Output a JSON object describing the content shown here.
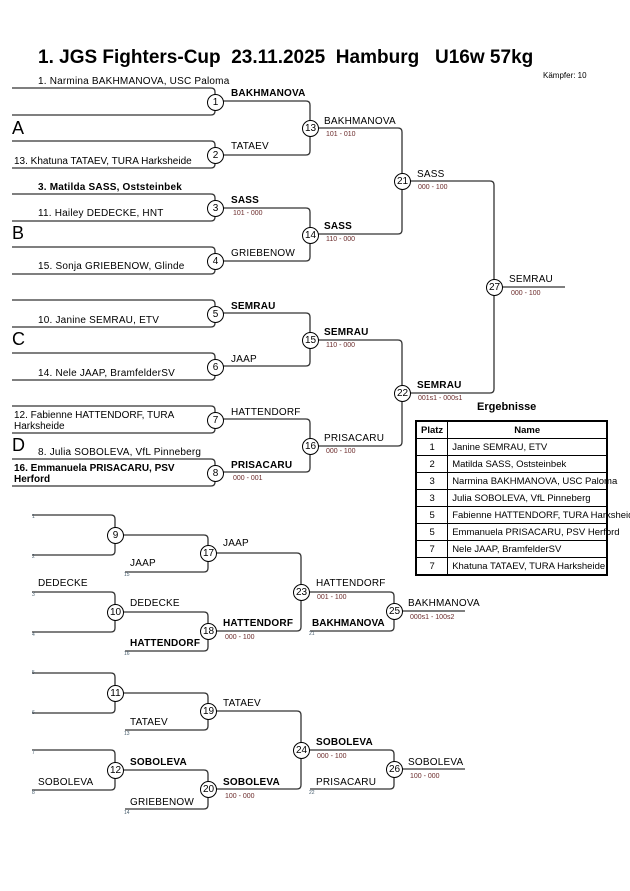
{
  "header": {
    "title": "1. JGS Fighters-Cup  23.11.2025  Hamburg   U16w 57kg",
    "fighters_count": "Kämpfer: 10"
  },
  "pools": [
    "A",
    "B",
    "C",
    "D"
  ],
  "entrants": [
    "1. Narmina BAKHMANOVA, USC Paloma",
    "13. Khatuna TATAEV, TURA Harksheide",
    "3. Matilda SASS, Oststeinbek",
    "11. Hailey DEDECKE, HNT",
    "15. Sonja GRIEBENOW, Glinde",
    "10. Janine SEMRAU, ETV",
    "14. Nele JAAP, BramfelderSV",
    "12. Fabienne HATTENDORF, TURA Harksheide",
    "8. Julia SOBOLEVA, VfL Pinneberg",
    "16. Emmanuela PRISACARU, PSV Herford"
  ],
  "main": {
    "m1": {
      "no": "1",
      "winner": "BAKHMANOVA"
    },
    "m2": {
      "no": "2",
      "winner": "TATAEV"
    },
    "m3": {
      "no": "3",
      "winner": "SASS",
      "score": "101 - 000"
    },
    "m4": {
      "no": "4",
      "winner": "GRIEBENOW"
    },
    "m5": {
      "no": "5",
      "winner": "SEMRAU"
    },
    "m6": {
      "no": "6",
      "winner": "JAAP"
    },
    "m7": {
      "no": "7",
      "winner": "HATTENDORF"
    },
    "m8": {
      "no": "8",
      "winner": "PRISACARU",
      "score": "000 - 001"
    },
    "m13": {
      "no": "13",
      "winner": "BAKHMANOVA",
      "score": "101 - 010"
    },
    "m14": {
      "no": "14",
      "winner": "SASS",
      "score": "110 - 000"
    },
    "m15": {
      "no": "15",
      "winner": "SEMRAU",
      "score": "110 - 000"
    },
    "m16": {
      "no": "16",
      "winner": "PRISACARU",
      "score": "000 - 100"
    },
    "m21": {
      "no": "21",
      "winner": "SASS",
      "score": "000 - 100"
    },
    "m22": {
      "no": "22",
      "winner": "SEMRAU",
      "score": "001s1 - 000s1"
    },
    "m27": {
      "no": "27",
      "winner": "SEMRAU",
      "score": "000 - 100"
    }
  },
  "repechage": {
    "seeds": [
      "1",
      "2",
      "3",
      "4",
      "5",
      "6",
      "7",
      "8",
      "15",
      "16",
      "21",
      "13",
      "14",
      "22"
    ],
    "m9": {
      "no": "9"
    },
    "m10": {
      "no": "10",
      "entry": "DEDECKE",
      "winner": "DEDECKE"
    },
    "m17": {
      "no": "17",
      "entry": "JAAP",
      "winner": "JAAP"
    },
    "m18": {
      "no": "18",
      "entry": "HATTENDORF",
      "winner": "HATTENDORF",
      "score": "000 - 100"
    },
    "m23": {
      "no": "23",
      "winner": "HATTENDORF",
      "score": "001 - 100"
    },
    "m25": {
      "no": "25",
      "entry": "BAKHMANOVA",
      "winner": "BAKHMANOVA",
      "score": "000s1 - 100s2"
    },
    "m11": {
      "no": "11"
    },
    "m12": {
      "no": "12",
      "entry": "SOBOLEVA",
      "winner": "SOBOLEVA"
    },
    "m19": {
      "no": "19",
      "entry": "TATAEV",
      "winner": "TATAEV"
    },
    "m20": {
      "no": "20",
      "entry": "GRIEBENOW",
      "winner": "SOBOLEVA",
      "score": "100 - 000"
    },
    "m24": {
      "no": "24",
      "winner": "SOBOLEVA",
      "score": "000 - 100"
    },
    "m26": {
      "no": "26",
      "entry": "PRISACARU",
      "winner": "SOBOLEVA",
      "score": "100 - 000"
    }
  },
  "results": {
    "title": "Ergebnisse",
    "headers": [
      "Platz",
      "Name"
    ],
    "rows": [
      {
        "place": "1",
        "name": "Janine SEMRAU, ETV"
      },
      {
        "place": "2",
        "name": "Matilda SASS, Oststeinbek"
      },
      {
        "place": "3",
        "name": "Narmina BAKHMANOVA, USC Paloma"
      },
      {
        "place": "3",
        "name": "Julia SOBOLEVA, VfL Pinneberg"
      },
      {
        "place": "5",
        "name": "Fabienne HATTENDORF, TURA Harksheide"
      },
      {
        "place": "5",
        "name": "Emmanuela PRISACARU, PSV Herford"
      },
      {
        "place": "7",
        "name": "Nele JAAP, BramfelderSV"
      },
      {
        "place": "7",
        "name": "Khatuna TATAEV, TURA Harksheide"
      }
    ]
  }
}
